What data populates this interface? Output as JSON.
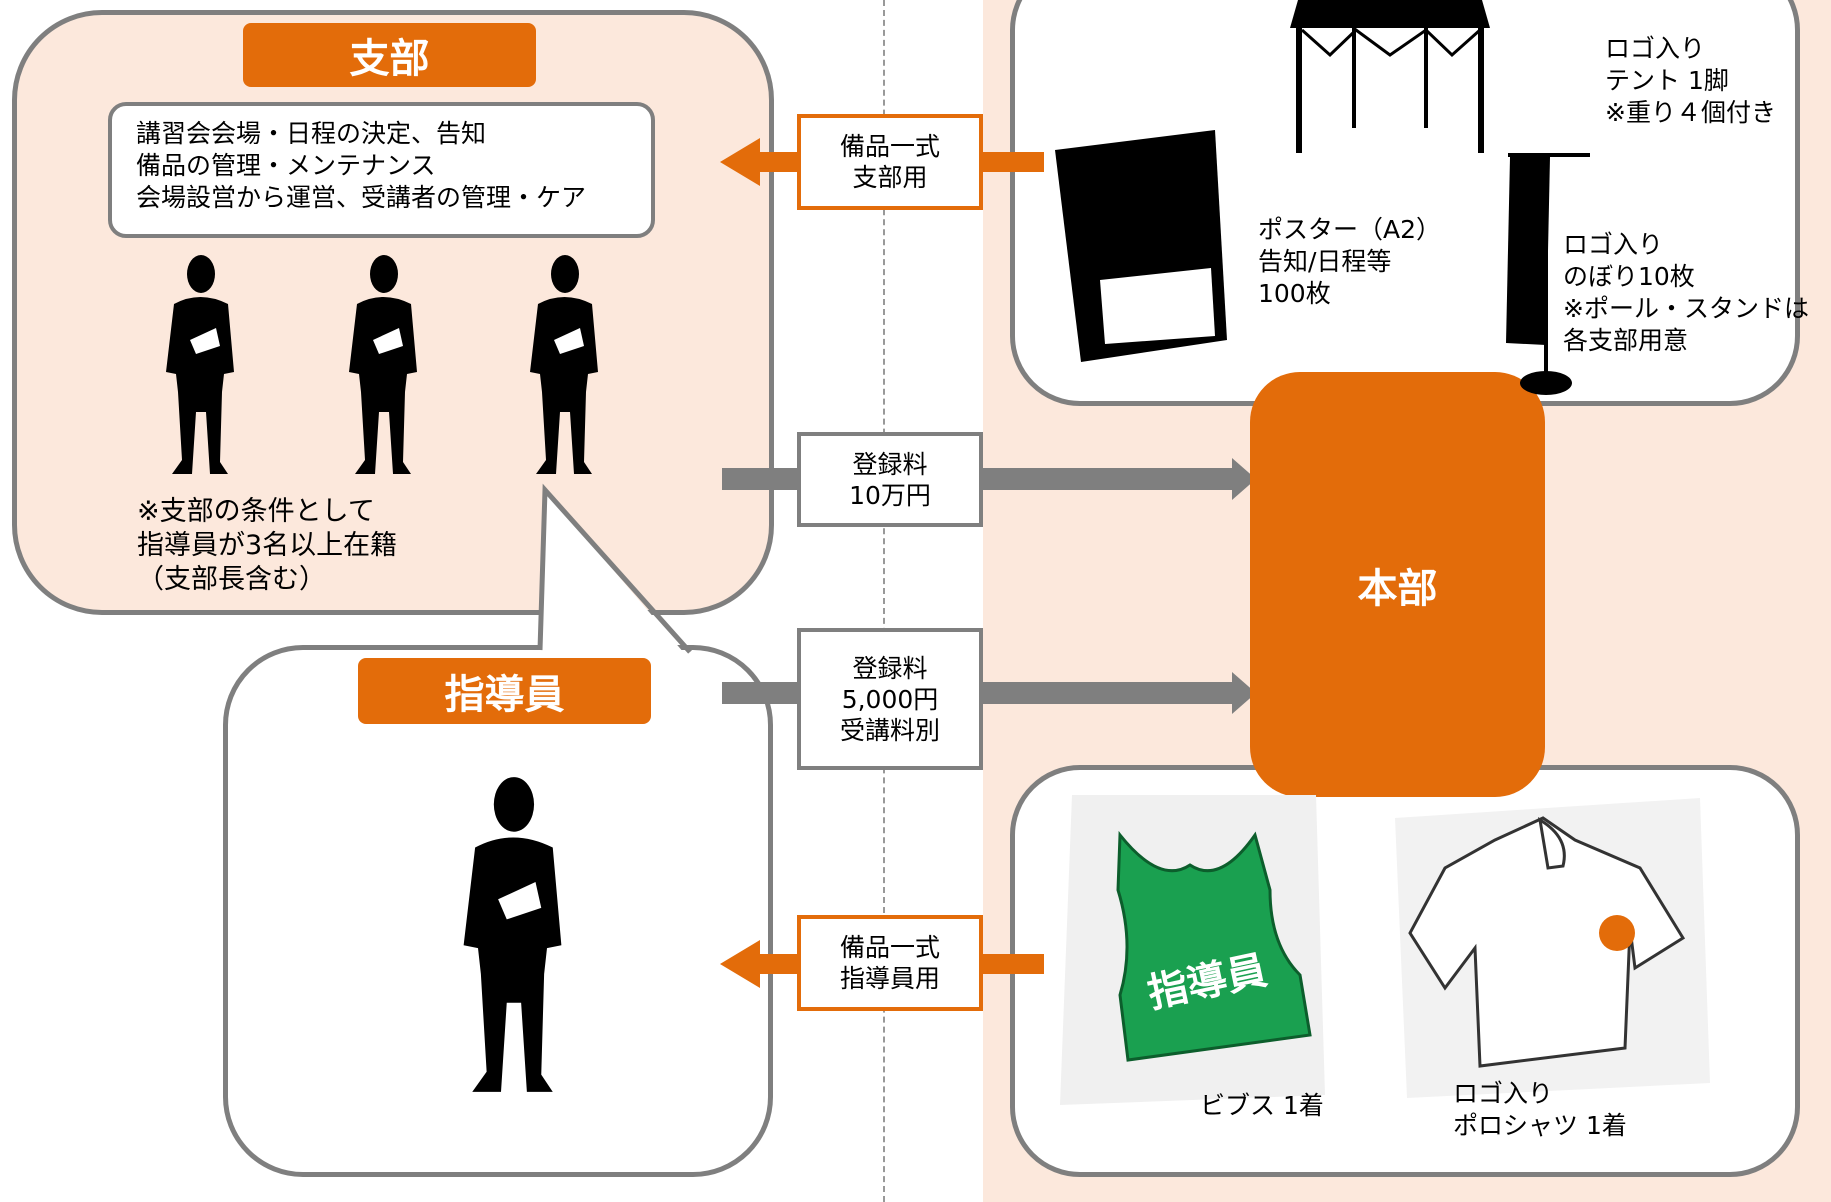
{
  "branch": {
    "title": "支部",
    "duties": [
      "講習会会場・日程の決定、告知",
      "備品の管理・メンテナンス",
      "会場設営から運営、受講者の管理・ケア"
    ],
    "condition": [
      "※支部の条件として",
      "指導員が3名以上在籍",
      "（支部長含む）"
    ]
  },
  "instructor": {
    "title": "指導員"
  },
  "headquarters": {
    "title": "本部"
  },
  "flows": {
    "branch_equipment": [
      "備品一式",
      "支部用"
    ],
    "branch_fee": [
      "登録料",
      "10万円"
    ],
    "instructor_fee": [
      "登録料",
      "5,000円",
      "受講料別"
    ],
    "instructor_equipment": [
      "備品一式",
      "指導員用"
    ]
  },
  "items": {
    "tent": [
      "ロゴ入り",
      "テント 1脚",
      "※重り４個付き"
    ],
    "poster": [
      "ポスター（A2）",
      "告知/日程等",
      "100枚"
    ],
    "banner": [
      "ロゴ入り",
      "のぼり10枚",
      "※ポール・スタンドは",
      "各支部用意"
    ],
    "bibs_text": "指導員",
    "bibs": "ビブス 1着",
    "polo": [
      "ロゴ入り",
      "ポロシャツ 1着"
    ]
  },
  "colors": {
    "accent": "#e36c0a",
    "panel": "#fce8dc",
    "border_gray": "#7f7f7f",
    "bib_green": "#1aa050"
  }
}
